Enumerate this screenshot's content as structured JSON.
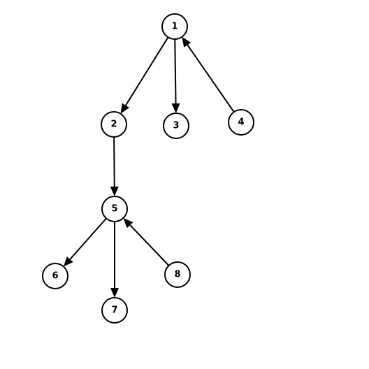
{
  "colors": {
    "background": "#ffffff",
    "stroke": "#000000",
    "node_fill": "#ffffff",
    "label": "#000000"
  },
  "nodes": [
    {
      "id": "1",
      "label": "1"
    },
    {
      "id": "2",
      "label": "2"
    },
    {
      "id": "3",
      "label": "3"
    },
    {
      "id": "4",
      "label": "4"
    },
    {
      "id": "5",
      "label": "5"
    },
    {
      "id": "6",
      "label": "6"
    },
    {
      "id": "7",
      "label": "7"
    },
    {
      "id": "8",
      "label": "8"
    }
  ],
  "edges": [
    {
      "from": "1",
      "to": "2"
    },
    {
      "from": "1",
      "to": "3"
    },
    {
      "from": "4",
      "to": "1"
    },
    {
      "from": "2",
      "to": "5"
    },
    {
      "from": "5",
      "to": "6"
    },
    {
      "from": "5",
      "to": "7"
    },
    {
      "from": "8",
      "to": "5"
    }
  ]
}
